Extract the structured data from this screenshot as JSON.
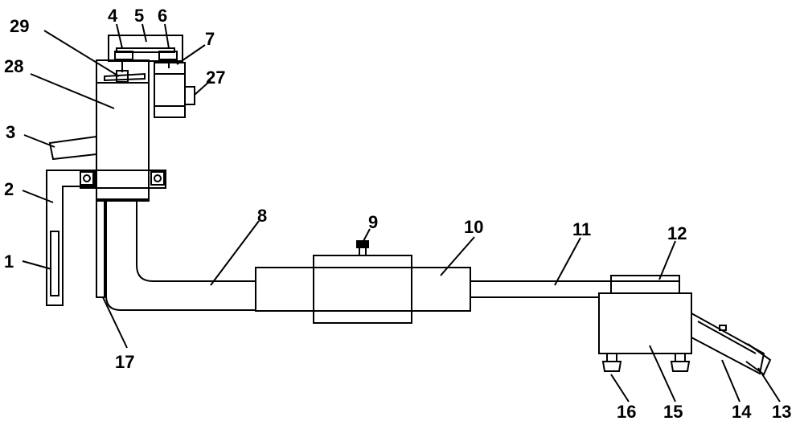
{
  "labels": {
    "l1": "1",
    "l2": "2",
    "l3": "3",
    "l4": "4",
    "l5": "5",
    "l6": "6",
    "l7": "7",
    "l8": "8",
    "l9": "9",
    "l10": "10",
    "l11": "11",
    "l12": "12",
    "l13": "13",
    "l14": "14",
    "l15": "15",
    "l16": "16",
    "l17": "17",
    "l27": "27",
    "l28": "28",
    "l29": "29"
  },
  "colors": {
    "line": "#000000",
    "background": "#ffffff"
  }
}
